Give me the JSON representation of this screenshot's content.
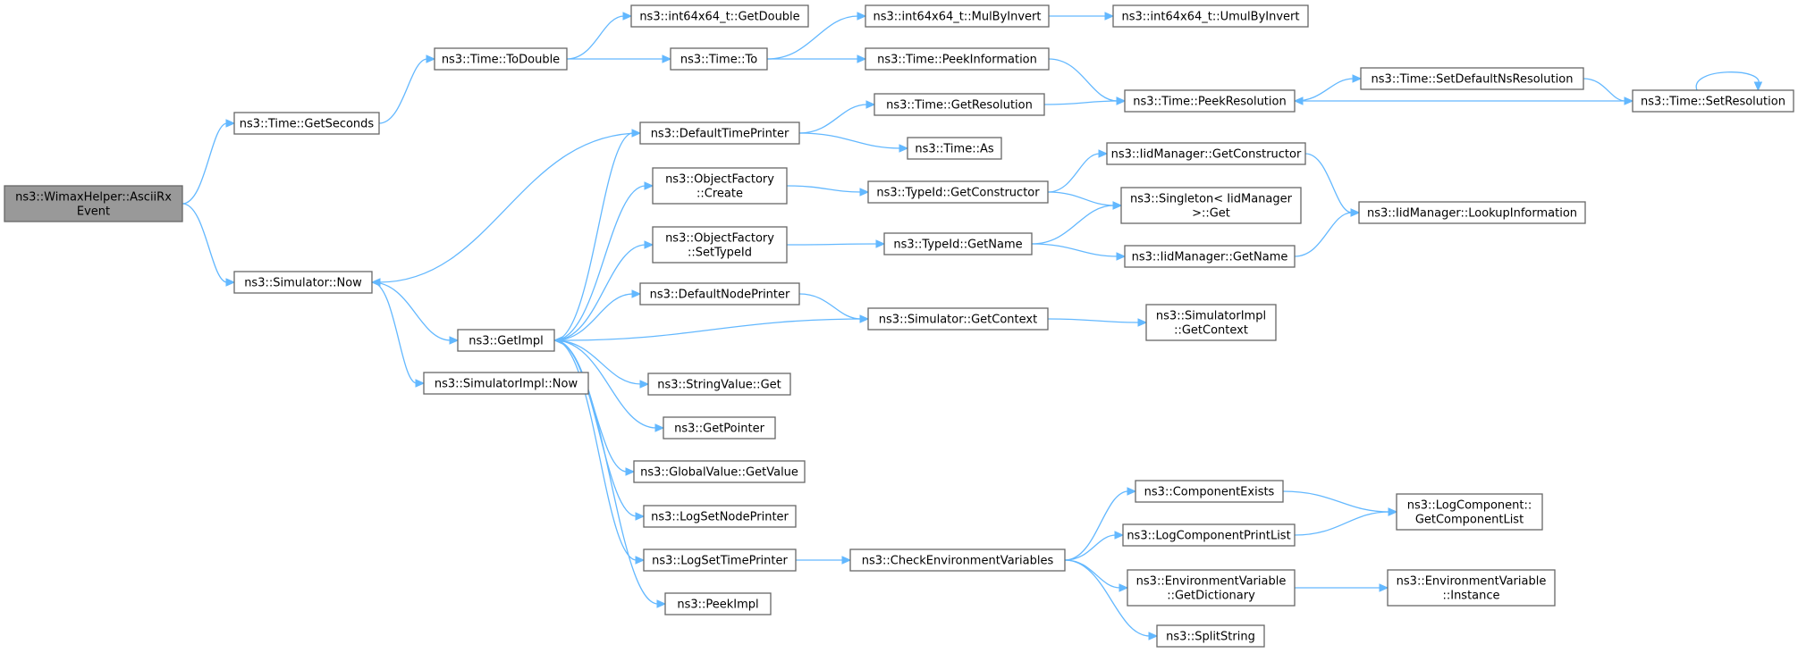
{
  "colors": {
    "edge": "#63b8ff",
    "node_border": "#666666",
    "node_fill": "#ffffff",
    "root_fill": "#999999"
  },
  "nodes": [
    {
      "id": "root",
      "lines": [
        "ns3::WimaxHelper::AsciiRx",
        "Event"
      ],
      "root": true
    },
    {
      "id": "getseconds",
      "lines": [
        "ns3::Time::GetSeconds"
      ]
    },
    {
      "id": "now",
      "lines": [
        "ns3::Simulator::Now"
      ]
    },
    {
      "id": "todouble",
      "lines": [
        "ns3::Time::ToDouble"
      ]
    },
    {
      "id": "getdouble",
      "lines": [
        "ns3::int64x64_t::GetDouble"
      ]
    },
    {
      "id": "to",
      "lines": [
        "ns3::Time::To"
      ]
    },
    {
      "id": "mulbyinvert",
      "lines": [
        "ns3::int64x64_t::MulByInvert"
      ]
    },
    {
      "id": "umulbyinvert",
      "lines": [
        "ns3::int64x64_t::UmulByInvert"
      ]
    },
    {
      "id": "peekinformation",
      "lines": [
        "ns3::Time::PeekInformation"
      ]
    },
    {
      "id": "peekresolution",
      "lines": [
        "ns3::Time::PeekResolution"
      ]
    },
    {
      "id": "setdefaultns",
      "lines": [
        "ns3::Time::SetDefaultNsResolution"
      ]
    },
    {
      "id": "setresolution",
      "lines": [
        "ns3::Time::SetResolution"
      ]
    },
    {
      "id": "defaulttimeprinter",
      "lines": [
        "ns3::DefaultTimePrinter"
      ]
    },
    {
      "id": "getresolution",
      "lines": [
        "ns3::Time::GetResolution"
      ]
    },
    {
      "id": "as",
      "lines": [
        "ns3::Time::As"
      ]
    },
    {
      "id": "ofcreate",
      "lines": [
        "ns3::ObjectFactory",
        "::Create"
      ]
    },
    {
      "id": "tid_getconstructor",
      "lines": [
        "ns3::TypeId::GetConstructor"
      ]
    },
    {
      "id": "iid_getconstructor",
      "lines": [
        "ns3::IidManager::GetConstructor"
      ]
    },
    {
      "id": "singleton_get",
      "lines": [
        "ns3::Singleton< IidManager",
        ">::Get"
      ]
    },
    {
      "id": "lookupinfo",
      "lines": [
        "ns3::IidManager::LookupInformation"
      ]
    },
    {
      "id": "ofsettypeid",
      "lines": [
        "ns3::ObjectFactory",
        "::SetTypeId"
      ]
    },
    {
      "id": "tid_getname",
      "lines": [
        "ns3::TypeId::GetName"
      ]
    },
    {
      "id": "iid_getname",
      "lines": [
        "ns3::IidManager::GetName"
      ]
    },
    {
      "id": "defaultnodeprinter",
      "lines": [
        "ns3::DefaultNodePrinter"
      ]
    },
    {
      "id": "getimpl",
      "lines": [
        "ns3::GetImpl"
      ]
    },
    {
      "id": "sim_getcontext",
      "lines": [
        "ns3::Simulator::GetContext"
      ]
    },
    {
      "id": "simimpl_getcontext",
      "lines": [
        "ns3::SimulatorImpl",
        "::GetContext"
      ]
    },
    {
      "id": "simimpl_now",
      "lines": [
        "ns3::SimulatorImpl::Now"
      ]
    },
    {
      "id": "stringvalue_get",
      "lines": [
        "ns3::StringValue::Get"
      ]
    },
    {
      "id": "getpointer",
      "lines": [
        "ns3::GetPointer"
      ]
    },
    {
      "id": "globalvalue_getvalue",
      "lines": [
        "ns3::GlobalValue::GetValue"
      ]
    },
    {
      "id": "logsetnodeprinter",
      "lines": [
        "ns3::LogSetNodePrinter"
      ]
    },
    {
      "id": "logsettimeprinter",
      "lines": [
        "ns3::LogSetTimePrinter"
      ]
    },
    {
      "id": "peekimpl",
      "lines": [
        "ns3::PeekImpl"
      ]
    },
    {
      "id": "checkenv",
      "lines": [
        "ns3::CheckEnvironmentVariables"
      ]
    },
    {
      "id": "componentexists",
      "lines": [
        "ns3::ComponentExists"
      ]
    },
    {
      "id": "logcomponentprintlist",
      "lines": [
        "ns3::LogComponentPrintList"
      ]
    },
    {
      "id": "getcomponentlist",
      "lines": [
        "ns3::LogComponent::",
        "GetComponentList"
      ]
    },
    {
      "id": "env_getdictionary",
      "lines": [
        "ns3::EnvironmentVariable",
        "::GetDictionary"
      ]
    },
    {
      "id": "env_instance",
      "lines": [
        "ns3::EnvironmentVariable",
        "::Instance"
      ]
    },
    {
      "id": "splitstring",
      "lines": [
        "ns3::SplitString"
      ]
    }
  ],
  "edges": [
    [
      "root",
      "getseconds"
    ],
    [
      "root",
      "now"
    ],
    [
      "getseconds",
      "todouble"
    ],
    [
      "todouble",
      "getdouble"
    ],
    [
      "todouble",
      "to"
    ],
    [
      "to",
      "mulbyinvert"
    ],
    [
      "to",
      "peekinformation"
    ],
    [
      "mulbyinvert",
      "umulbyinvert"
    ],
    [
      "peekinformation",
      "peekresolution"
    ],
    [
      "peekresolution",
      "setdefaultns"
    ],
    [
      "setdefaultns",
      "setresolution"
    ],
    [
      "setresolution",
      "peekresolution"
    ],
    [
      "setresolution",
      "setresolution"
    ],
    [
      "now",
      "getimpl"
    ],
    [
      "now",
      "simimpl_now"
    ],
    [
      "getimpl",
      "defaulttimeprinter"
    ],
    [
      "getimpl",
      "ofcreate"
    ],
    [
      "getimpl",
      "ofsettypeid"
    ],
    [
      "getimpl",
      "defaultnodeprinter"
    ],
    [
      "getimpl",
      "stringvalue_get"
    ],
    [
      "getimpl",
      "getpointer"
    ],
    [
      "getimpl",
      "globalvalue_getvalue"
    ],
    [
      "getimpl",
      "logsetnodeprinter"
    ],
    [
      "getimpl",
      "logsettimeprinter"
    ],
    [
      "getimpl",
      "peekimpl"
    ],
    [
      "defaulttimeprinter",
      "now"
    ],
    [
      "defaulttimeprinter",
      "getresolution"
    ],
    [
      "defaulttimeprinter",
      "as"
    ],
    [
      "getresolution",
      "peekresolution"
    ],
    [
      "ofcreate",
      "tid_getconstructor"
    ],
    [
      "tid_getconstructor",
      "iid_getconstructor"
    ],
    [
      "tid_getconstructor",
      "singleton_get"
    ],
    [
      "iid_getconstructor",
      "lookupinfo"
    ],
    [
      "ofsettypeid",
      "tid_getname"
    ],
    [
      "tid_getname",
      "singleton_get"
    ],
    [
      "tid_getname",
      "iid_getname"
    ],
    [
      "iid_getname",
      "lookupinfo"
    ],
    [
      "defaultnodeprinter",
      "sim_getcontext"
    ],
    [
      "sim_getcontext",
      "getimpl"
    ],
    [
      "sim_getcontext",
      "simimpl_getcontext"
    ],
    [
      "logsettimeprinter",
      "checkenv"
    ],
    [
      "checkenv",
      "componentexists"
    ],
    [
      "checkenv",
      "logcomponentprintlist"
    ],
    [
      "checkenv",
      "env_getdictionary"
    ],
    [
      "checkenv",
      "splitstring"
    ],
    [
      "componentexists",
      "getcomponentlist"
    ],
    [
      "logcomponentprintlist",
      "getcomponentlist"
    ],
    [
      "env_getdictionary",
      "env_instance"
    ]
  ]
}
